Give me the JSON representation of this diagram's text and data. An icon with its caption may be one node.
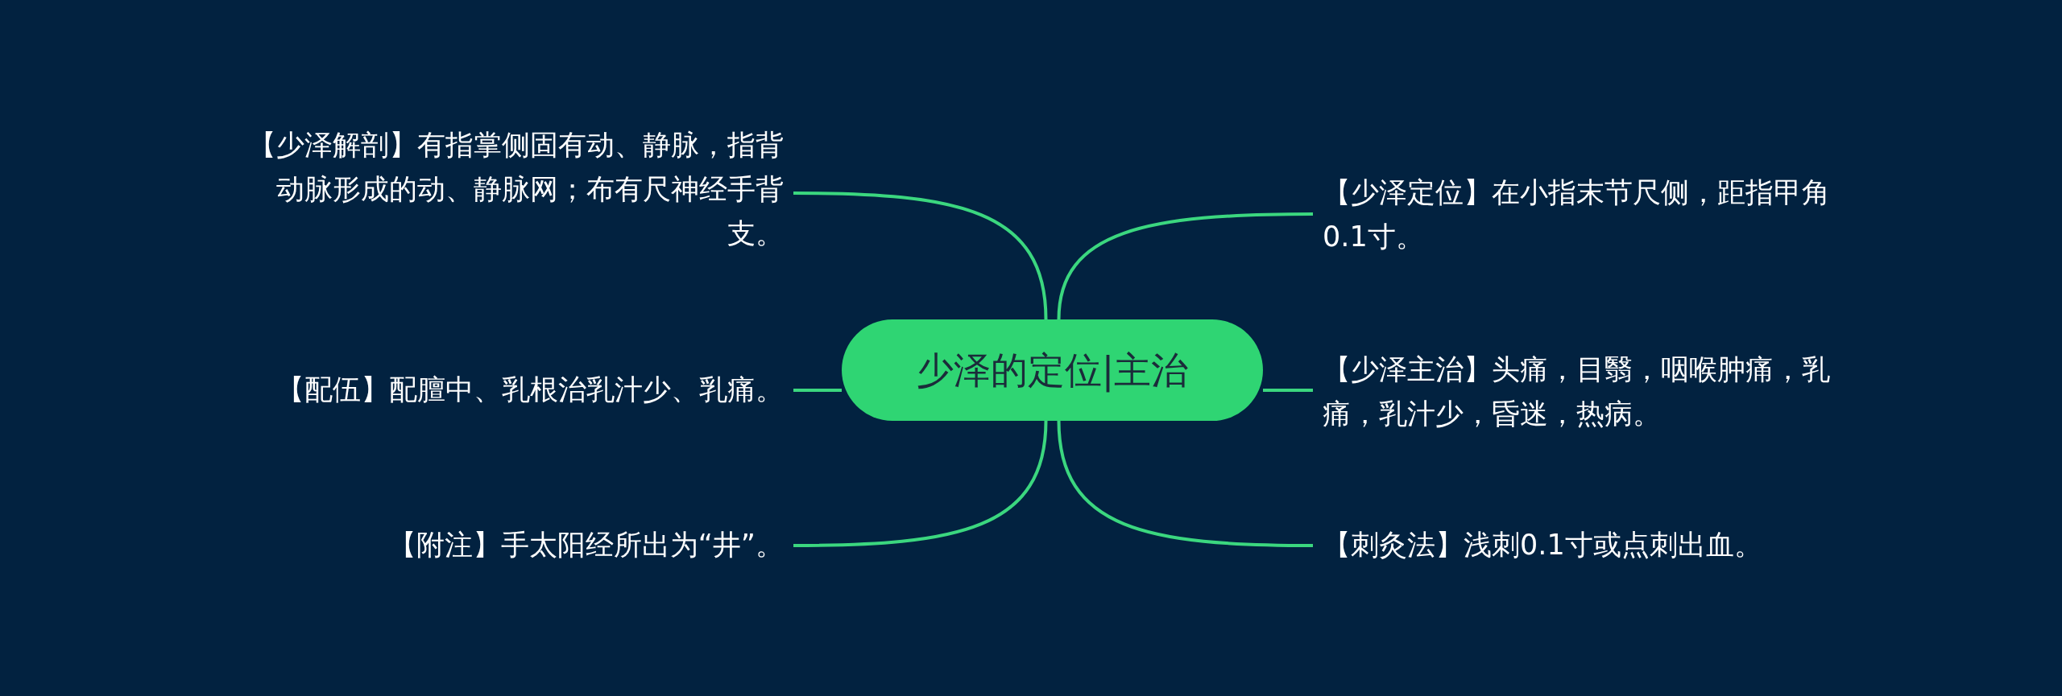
{
  "diagram": {
    "nodes": [
      {
        "text": [
          "少泽的定位|主治"
        ]
      },
      {
        "text": [
          "【少泽解剖】有指掌侧固有动、静脉，指背动脉形成的动、静脉网；布有尺神经手背支。"
        ]
      },
      {
        "text": [
          "【配伍】配膻中、乳根治乳汁少、乳痛。"
        ]
      },
      {
        "text": [
          "【附注】手太阳经所出为“井”。"
        ]
      },
      {
        "text": [
          "【少泽定位】在小指末节尺侧，距指甲角0.1寸。"
        ]
      },
      {
        "text": [
          "【少泽主治】头痛，目翳，咽喉肿痛，乳痛，乳汁少，昏迷，热病。"
        ]
      },
      {
        "text": [
          "【刺灸法】浅刺0.1寸或点刺出血。"
        ]
      }
    ],
    "edges": [
      {
        "from": 0,
        "to": 1,
        "arrow": "none"
      },
      {
        "from": 0,
        "to": 2,
        "arrow": "none"
      },
      {
        "from": 0,
        "to": 3,
        "arrow": "none"
      },
      {
        "from": 0,
        "to": 4,
        "arrow": "none"
      },
      {
        "from": 0,
        "to": 5,
        "arrow": "none"
      },
      {
        "from": 0,
        "to": 6,
        "arrow": "none"
      }
    ]
  }
}
